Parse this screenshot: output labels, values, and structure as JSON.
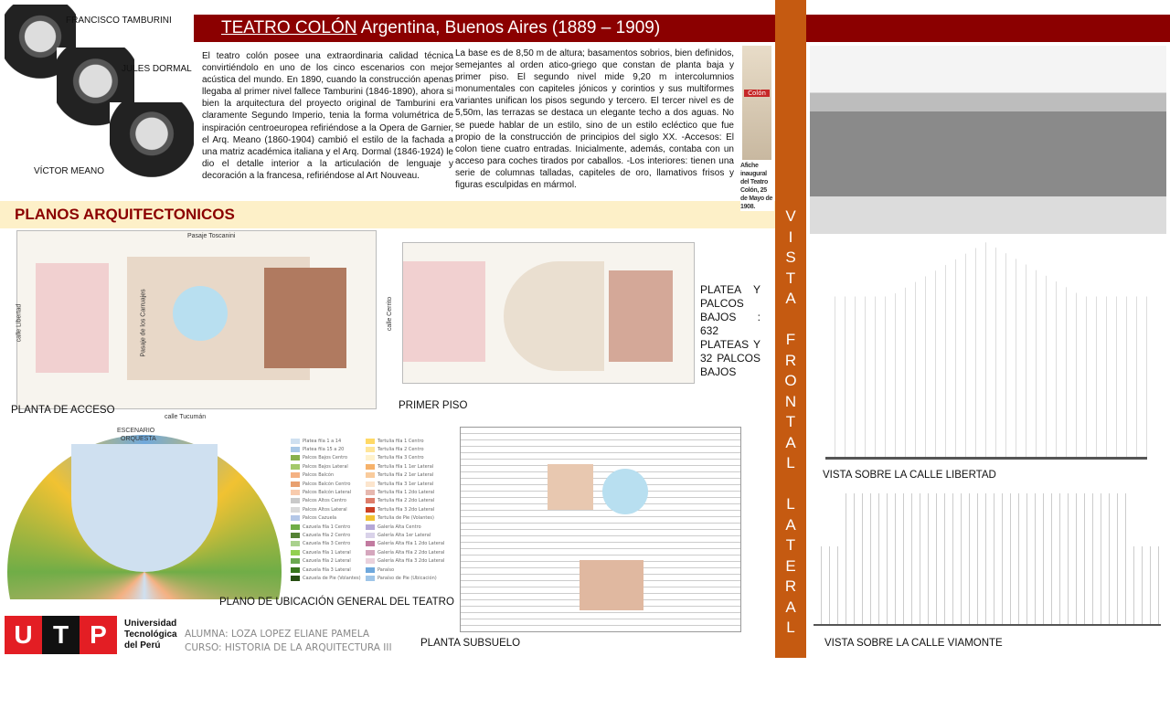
{
  "header": {
    "title_main": "TEATRO COLÓN",
    "title_rest": " Argentina, Buenos Aires (1889 – 1909)",
    "color": "#8b0000"
  },
  "architects": [
    "FRANCISCO TAMBURINI",
    "JULES DORMAL",
    "VÍCTOR MEANO"
  ],
  "paragraph1": "El teatro colón posee una extraordinaria calidad técnica convirtiéndolo en uno de los cinco escenarios con mejor acústica del mundo. En 1890, cuando la construcción apenas llegaba al primer nivel fallece Tamburini (1846-1890), ahora si bien la arquitectura del proyecto original de Tamburini era claramente Segundo Imperio, tenia la forma volumétrica de inspiración centroeuropea refiriéndose a la Opera de Garnier, el Arq. Meano (1860-1904) cambió el estilo de la fachada a una matriz académica italiana y el Arq. Dormal (1846-1924) le dio el detalle interior a la articulación de lenguaje y decoración a la francesa, refiriéndose al Art Nouveau.",
  "paragraph2": "La base es de 8,50 m de altura; basamentos sobrios, bien definidos, semejantes al orden atico-griego que constan de planta baja y primer piso. El segundo nivel mide 9,20 m intercolumnios monumentales con capiteles jónicos y corintios y sus multiformes variantes unifican los pisos segundo y tercero. El tercer nivel es de 5,50m, las terrazas se destaca un elegante techo a dos aguas. No se puede hablar de un estilo, sino de un estilo ecléctico que fue propio de la construcción de principios del siglo XX. -Accesos: El colon tiene cuatro entradas. Inicialmente, además, contaba con un acceso para coches tirados por caballos. -Los interiores: tienen una serie de columnas talladas, capiteles de oro, llamativos frisos y figuras esculpidas en mármol.",
  "poster_caption": "Afiche inaugural del Teatro Colón, 25 de Mayo de 1908.",
  "poster_text": "Colón",
  "section_title": "PLANOS ARQUITECTONICOS",
  "vertical_label": [
    "V",
    "I",
    "S",
    "T",
    "A",
    "",
    "F",
    "R",
    "O",
    "N",
    "T",
    "A",
    "L",
    "",
    "L",
    "A",
    "T",
    "E",
    "R",
    "A",
    "L"
  ],
  "plans": {
    "acceso": {
      "label": "PLANTA DE ACCESO",
      "street_top": "Pasaje Toscanini",
      "street_left": "calle Libertad",
      "street_bottom": "calle Tucumán",
      "passage": "Pasaje de los Carruajes"
    },
    "primer": {
      "label": "PRIMER PISO",
      "street_left": "calle Cerrito"
    },
    "platea_note": "PLATEA Y PALCOS BAJOS : 632 PLATEAS Y 32 PALCOS BAJOS",
    "ubicacion": {
      "label": "PLANO DE UBICACIÓN GENERAL DEL TEATRO",
      "stage": "ESCENARIO",
      "pit": "ORQUESTA"
    },
    "subsuelo": {
      "label": "PLANTA SUBSUELO"
    }
  },
  "legend": {
    "col1": [
      "Platea fila 1 a 14",
      "Platea fila 15 a 20",
      "Palcos Bajos Centro",
      "Palcos Bajos Lateral",
      "Palcos Balcón",
      "Palcos Balcón Centro",
      "Palcos Balcón Lateral",
      "Palcos Altos Centro",
      "Palcos Altos Lateral",
      "Palcos Cazuela",
      "Cazuela fila 1 Centro",
      "Cazuela fila 2 Centro",
      "Cazuela fila 3 Centro",
      "Cazuela fila 1 Lateral",
      "Cazuela fila 2 Lateral",
      "Cazuela fila 3 Lateral",
      "Cazuela de Pie (Volantes)"
    ],
    "col2": [
      "Tertulia fila 1 Centro",
      "Tertulia fila 2 Centro",
      "Tertulia fila 3 Centro",
      "Tertulia fila 1 1er Lateral",
      "Tertulia fila 2 1er Lateral",
      "Tertulia fila 3 1er Lateral",
      "Tertulia fila 1 2do Lateral",
      "Tertulia fila 2 2do Lateral",
      "Tertulia fila 3 2do Lateral",
      "Tertulia de Pie (Volantes)",
      "Galería Alta Centro",
      "Galería Alta 1er Lateral",
      "Galería Alta fila 1 2do Lateral",
      "Galería Alta fila 2 2do Lateral",
      "Galería Alta fila 3 2do Lateral",
      "Paraíso",
      "Paraíso de Pie (Ubicación)"
    ],
    "colors1": [
      "#cfe0f0",
      "#a9c8e6",
      "#88b04b",
      "#a4c96a",
      "#f4b183",
      "#e8a070",
      "#f8cbad",
      "#c9c9c9",
      "#d9d9d9",
      "#b4c7e7",
      "#70ad47",
      "#548235",
      "#a9d18e",
      "#92d050",
      "#6aa84f",
      "#38761d",
      "#274e13"
    ],
    "colors2": [
      "#ffd966",
      "#ffe699",
      "#fff2cc",
      "#f6b26b",
      "#f9cb9c",
      "#fce5cd",
      "#e6b8af",
      "#dd7e6b",
      "#cc4125",
      "#f1c232",
      "#b4a7d6",
      "#d9d2e9",
      "#c27ba0",
      "#d5a6bd",
      "#ead1dc",
      "#6fa8dc",
      "#9fc5e8"
    ]
  },
  "elevations": {
    "libertad": "VISTA SOBRE LA CALLE LIBERTAD",
    "viamonte": "VISTA SOBRE LA CALLE VIAMONTE"
  },
  "footer": {
    "logo_letters": [
      "U",
      "T",
      "P"
    ],
    "university": [
      "Universidad",
      "Tecnológica",
      "del Perú"
    ],
    "student": "ALUMNA: LOZA LOPEZ ELIANE PAMELA",
    "course": "CURSO: HISTORIA DE LA ARQUITECTURA III"
  },
  "colors": {
    "dark_red": "#8b0000",
    "orange": "#c55a11",
    "beige": "#fdf0c8",
    "utp_red": "#e31e24"
  }
}
